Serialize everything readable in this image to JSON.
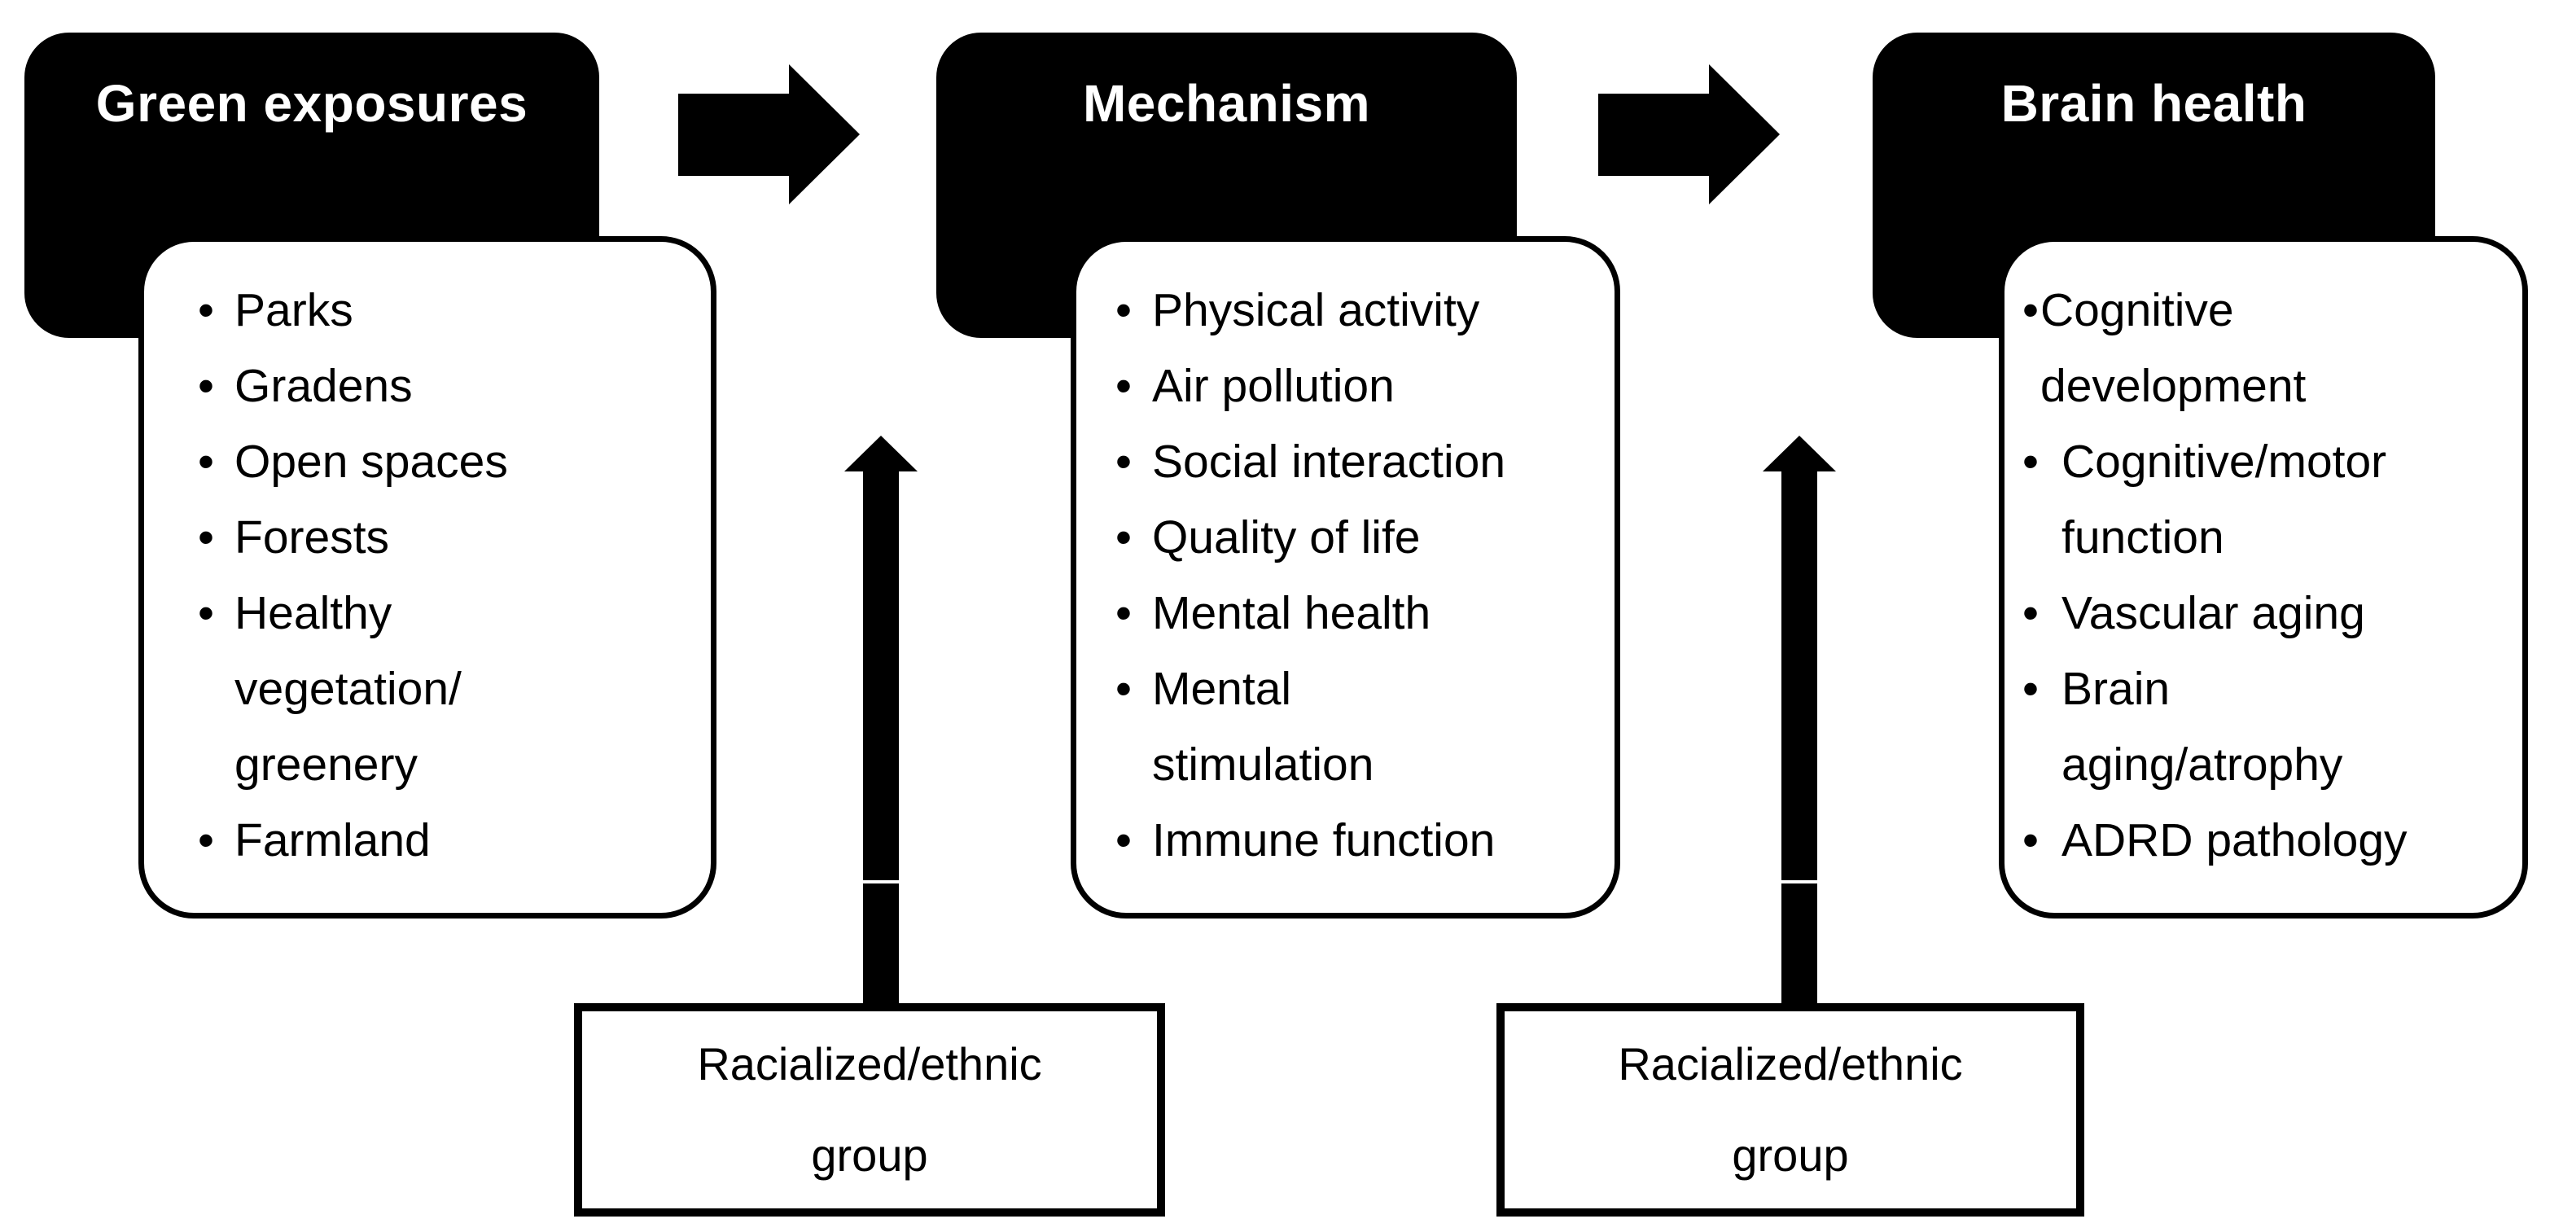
{
  "colors": {
    "background": "#ffffff",
    "header_fill": "#000000",
    "header_text": "#ffffff",
    "panel_fill": "#ffffff",
    "line": "#000000"
  },
  "icons": {
    "bullet": "•",
    "flow_arrow": "right-block-arrow",
    "moderator_arrow": "up-block-arrow"
  },
  "stages": [
    {
      "title": "Green exposures",
      "items": [
        "Parks",
        "Gradens",
        "Open spaces",
        "Forests",
        "Healthy\nvegetation/\ngreenery",
        "Farmland"
      ]
    },
    {
      "title": "Mechanism",
      "items": [
        "Physical activity",
        "Air pollution",
        "Social interaction",
        "Quality of life",
        "Mental health",
        "Mental\nstimulation",
        "Immune function"
      ]
    },
    {
      "title": "Brain health",
      "items": [
        "Cognitive\ndevelopment",
        "Cognitive/motor\nfunction",
        "Vascular aging",
        "Brain\naging/atrophy",
        "ADRD pathology"
      ]
    }
  ],
  "moderators": [
    {
      "label": "Racialized/ethnic\ngroup"
    },
    {
      "label": "Racialized/ethnic\ngroup"
    }
  ]
}
